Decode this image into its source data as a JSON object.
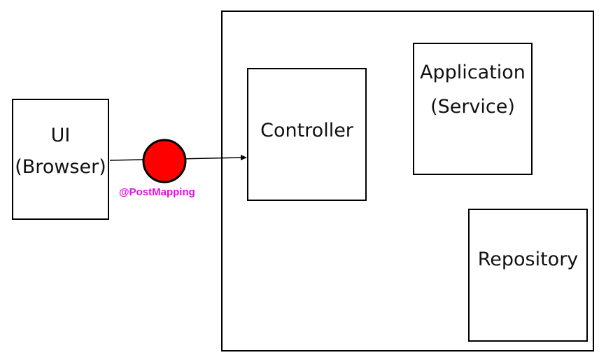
{
  "boxes": {
    "ui": {
      "line1": "UI",
      "line2": "(Browser)"
    },
    "controller": {
      "label": "Controller"
    },
    "service": {
      "line1": "Application",
      "line2": "(Service)"
    },
    "repository": {
      "label": "Repository"
    }
  },
  "annotation": {
    "text": "@PostMapping"
  },
  "colors": {
    "annotation": "#e010e0",
    "marker": "#ff0000",
    "stroke": "#000000"
  }
}
